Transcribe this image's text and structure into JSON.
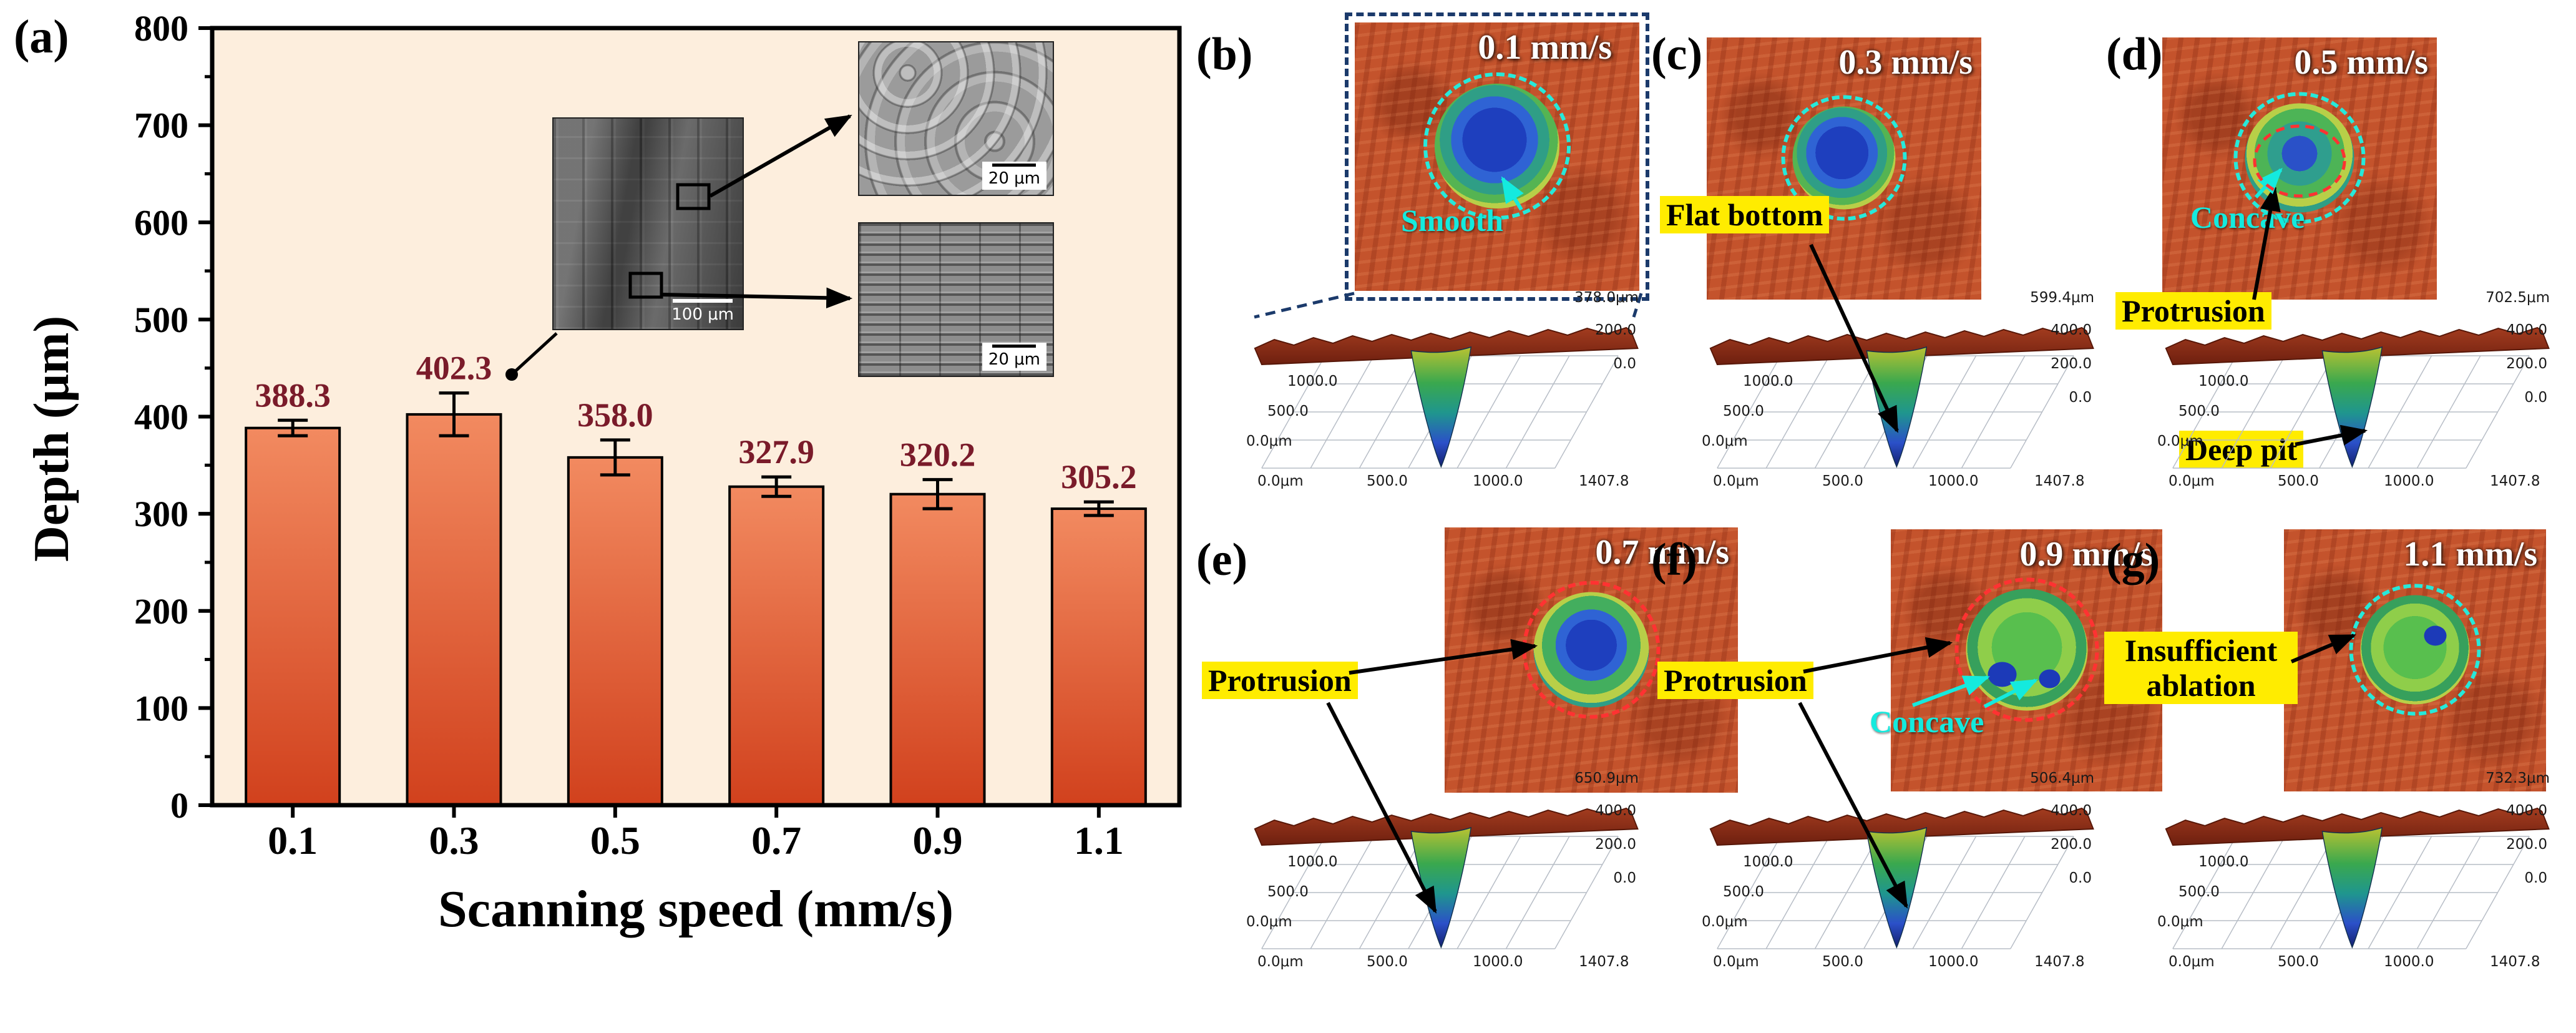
{
  "panel_a": {
    "label": "(a)",
    "insets": {
      "main_scale": "100 μm",
      "top_scale": "20 μm",
      "bottom_scale": "20 μm"
    }
  },
  "chart_data": {
    "type": "bar",
    "title": "",
    "categories": [
      "0.1",
      "0.3",
      "0.5",
      "0.7",
      "0.9",
      "1.1"
    ],
    "values": [
      388.3,
      402.3,
      358.0,
      327.9,
      320.2,
      305.2
    ],
    "errors": [
      8,
      22,
      18,
      10,
      15,
      7
    ],
    "bar_labels": [
      "388.3",
      "402.3",
      "358.0",
      "327.9",
      "320.2",
      "305.2"
    ],
    "xlabel": "Scanning speed (mm/s)",
    "ylabel": "Depth (μm)",
    "ylim": [
      0,
      800
    ],
    "yticks": [
      0,
      100,
      200,
      300,
      400,
      500,
      600,
      700,
      800
    ],
    "grid": false,
    "plot_bg": "#fdeedd",
    "bar_color_top": "#f28a60",
    "bar_color_bottom": "#d1411d",
    "label_color": "#7a1b2a"
  },
  "axes3d": {
    "x_ticks": [
      "0.0μm",
      "500.0",
      "1000.0",
      "1407.8"
    ],
    "y_ticks": [
      "1000.0",
      "500.0",
      "0.0μm"
    ]
  },
  "panels": [
    {
      "id": "b",
      "label": "(b)",
      "speed": "0.1 mm/s",
      "z_max": "378.0μm",
      "z_ticks": [
        "200.0",
        "0.0"
      ],
      "annotations": {
        "smooth": "Smooth"
      }
    },
    {
      "id": "c",
      "label": "(c)",
      "speed": "0.3 mm/s",
      "z_max": "599.4μm",
      "z_ticks": [
        "400.0",
        "200.0",
        "0.0"
      ],
      "annotations": {
        "flat_bottom": "Flat bottom"
      }
    },
    {
      "id": "d",
      "label": "(d)",
      "speed": "0.5 mm/s",
      "z_max": "702.5μm",
      "z_ticks": [
        "400.0",
        "200.0",
        "0.0"
      ],
      "annotations": {
        "concave": "Concave",
        "protrusion": "Protrusion",
        "deep_pit": "Deep pit"
      }
    },
    {
      "id": "e",
      "label": "(e)",
      "speed": "0.7 mm/s",
      "z_max": "650.9μm",
      "z_ticks": [
        "400.0",
        "200.0",
        "0.0"
      ],
      "annotations": {
        "protrusion": "Protrusion"
      }
    },
    {
      "id": "f",
      "label": "(f)",
      "speed": "0.9 mm/s",
      "z_max": "506.4μm",
      "z_ticks": [
        "400.0",
        "200.0",
        "0.0"
      ],
      "annotations": {
        "protrusion": "Protrusion",
        "concave": "Concave"
      }
    },
    {
      "id": "g",
      "label": "(g)",
      "speed": "1.1 mm/s",
      "z_max": "732.3μm",
      "z_ticks": [
        "400.0",
        "200.0",
        "0.0"
      ],
      "annotations": {
        "insufficient": "Insufficient ablation"
      }
    }
  ]
}
